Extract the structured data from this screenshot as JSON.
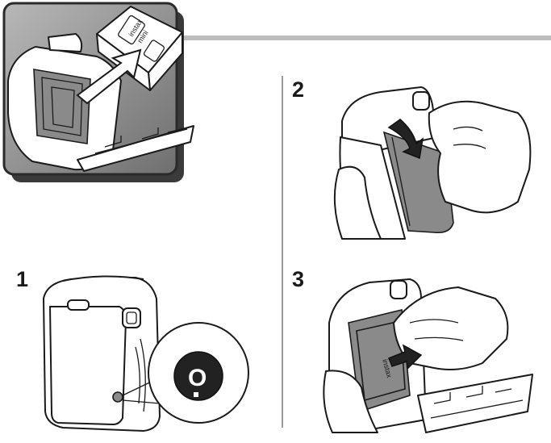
{
  "steps": [
    {
      "number": "1",
      "dial_label": "O"
    },
    {
      "number": "2"
    },
    {
      "number": "3"
    }
  ],
  "film_pack": {
    "brand": "instax",
    "sub": "mini"
  },
  "film_pack_step3": {
    "brand": "instax"
  }
}
